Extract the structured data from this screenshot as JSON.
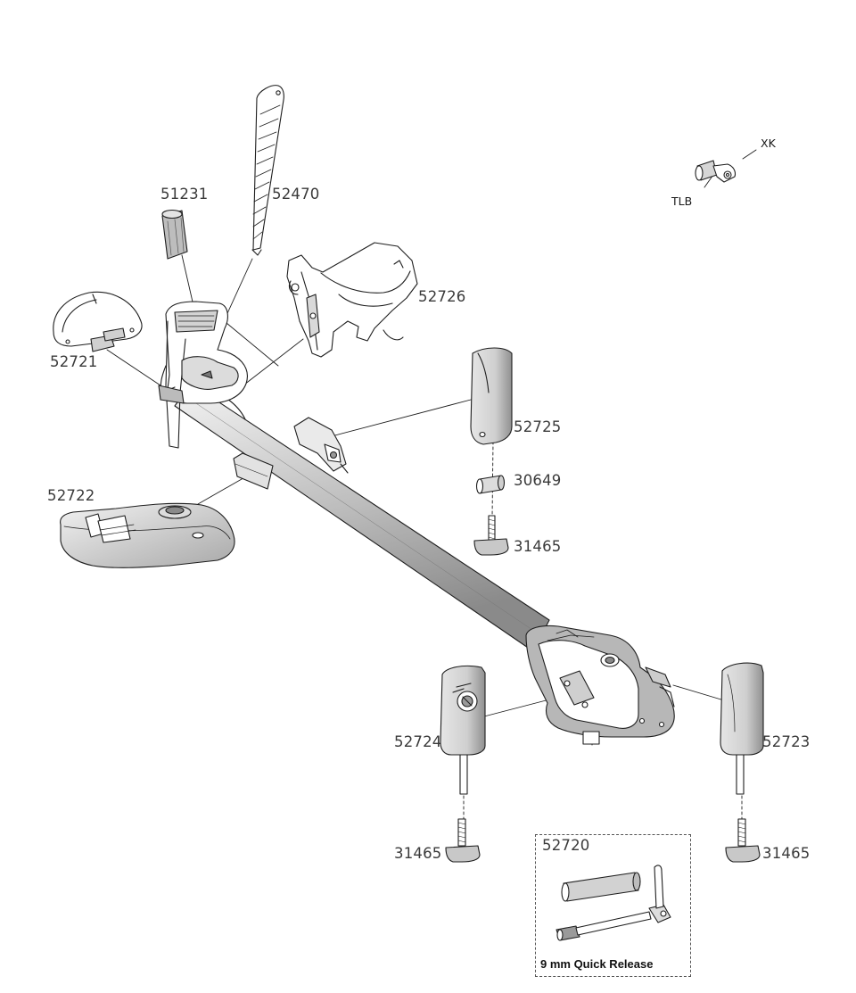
{
  "labels": {
    "p52470": "52470",
    "p51231": "51231",
    "p52726": "52726",
    "p52721": "52721",
    "p52725": "52725",
    "p30649": "30649",
    "p31465_top": "31465",
    "p52722": "52722",
    "p52724": "52724",
    "p52723": "52723",
    "p31465_left": "31465",
    "p31465_right": "31465",
    "p52720": "52720",
    "xk": "XK",
    "tlb": "TLB"
  },
  "quick_release": {
    "caption": "9 mm Quick Release"
  },
  "colors": {
    "line": "#1e1e1e",
    "part_fill": "#ffffff",
    "shade": "#cfcfcf",
    "dark_shade": "#8c8c8c",
    "label": "#3a3a3a"
  }
}
